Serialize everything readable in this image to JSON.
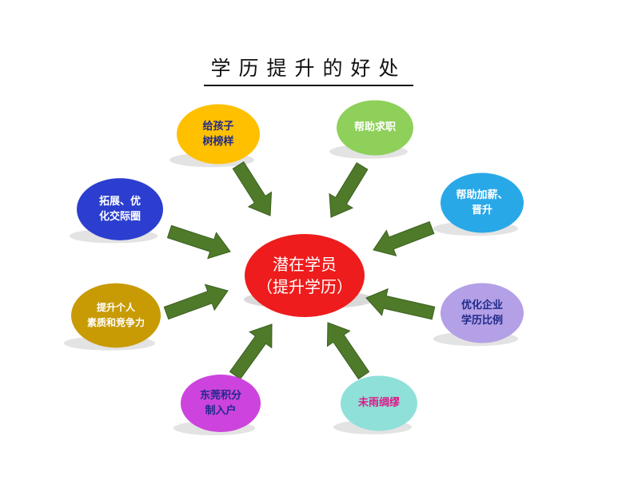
{
  "title": "学历提升的好处",
  "center": {
    "label": "潜在学员\n（提升学历）",
    "color": "#ee1c1c"
  },
  "arrow_color": "#4e7a2a",
  "nodes": [
    {
      "id": "child-model",
      "label": "给孩子\n树榜样",
      "color": "#ffc000",
      "text_color": "#1f2a8a"
    },
    {
      "id": "job-search",
      "label": "帮助求职",
      "color": "#8ed05a",
      "text_color": "#ffffff"
    },
    {
      "id": "raise-promo",
      "label": "帮助加薪、\n晋升",
      "color": "#29a8e8",
      "text_color": "#ffffff"
    },
    {
      "id": "enterprise-ratio",
      "label": "优化企业\n学历比例",
      "color": "#b3a0e6",
      "text_color": "#1f2a8a"
    },
    {
      "id": "prepare-ahead",
      "label": "未雨绸缪",
      "color": "#8fe0d8",
      "text_color": "#e0188a"
    },
    {
      "id": "dongguan-points",
      "label": "东莞积分\n制入户",
      "color": "#cc44dd",
      "text_color": "#1f2a8a"
    },
    {
      "id": "personal-quality",
      "label": "提升个人\n素质和竞争力",
      "color": "#c89b05",
      "text_color": "#ffffff"
    },
    {
      "id": "social-circle",
      "label": "拓展、优\n化交际圈",
      "color": "#2b3ecf",
      "text_color": "#ffffff"
    }
  ]
}
